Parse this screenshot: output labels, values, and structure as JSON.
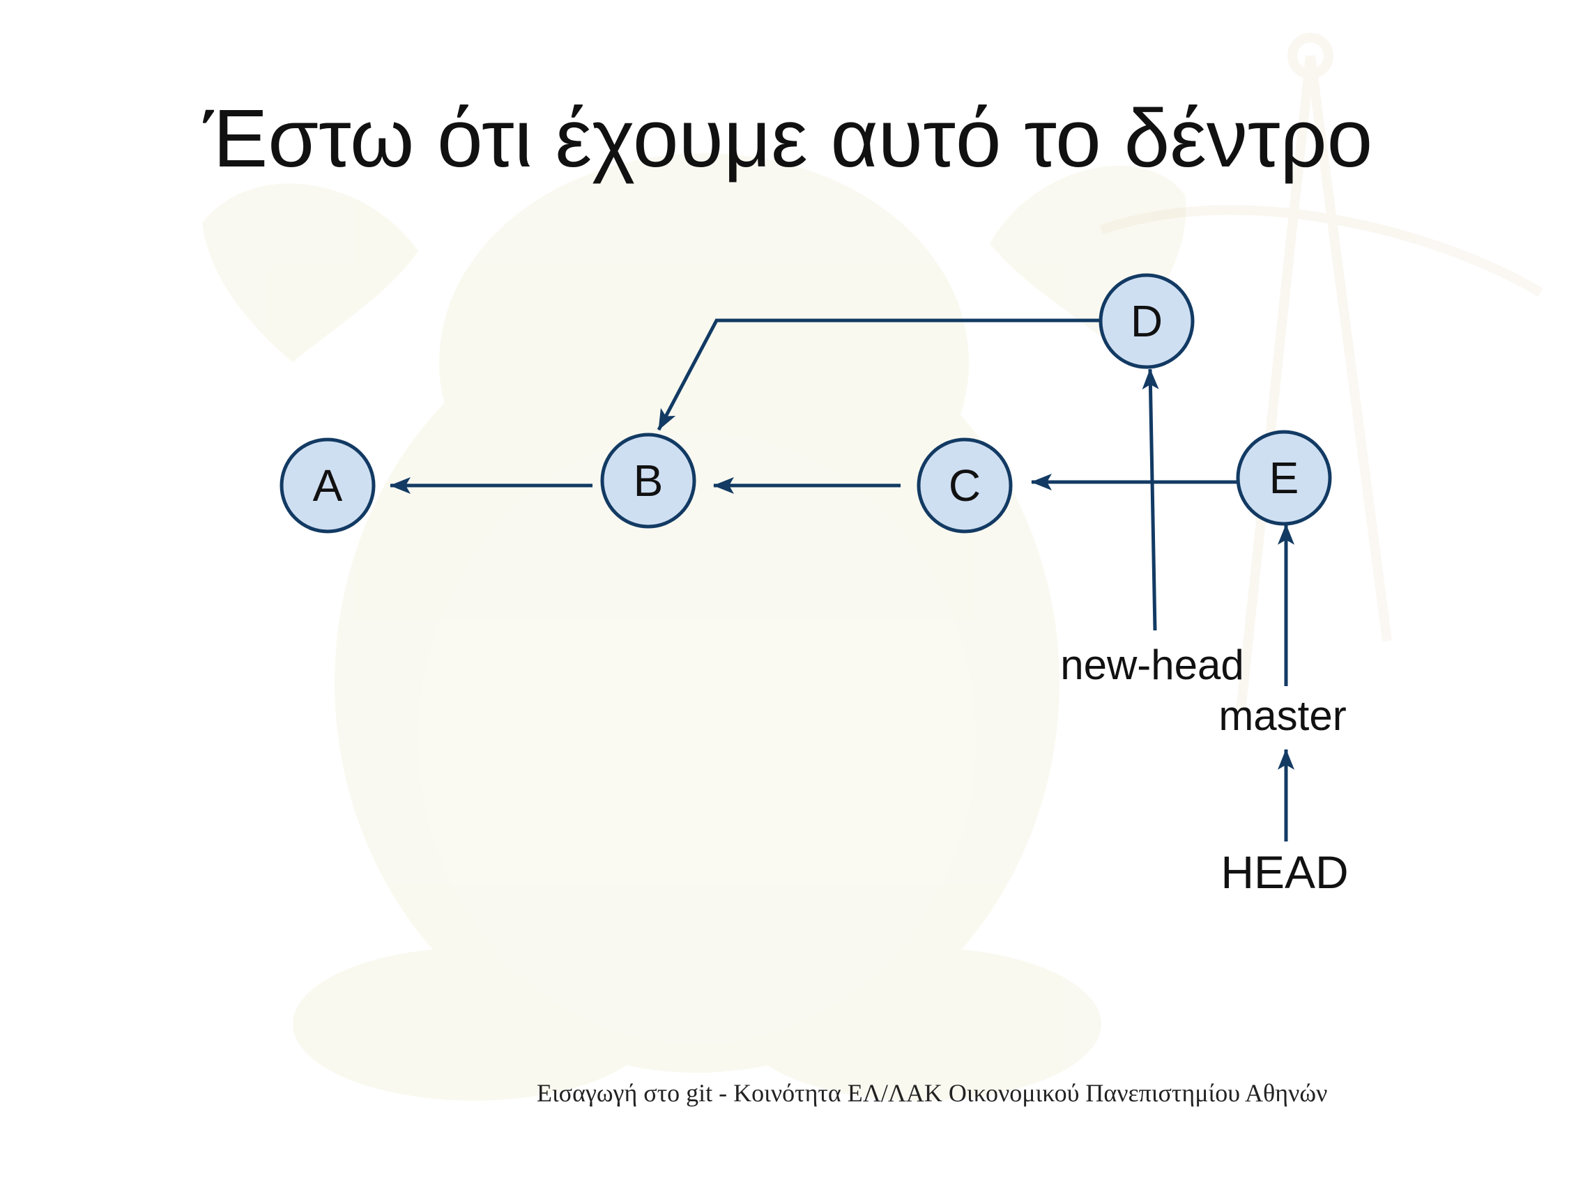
{
  "title": "Έστω ότι έχουμε αυτό το δέντρο",
  "footer": "Εισαγωγή στο git - Κοινότητα ΕΛ/ΛΑΚ Οικονομικού Πανεπιστημίου Αθηνών",
  "diagram": {
    "nodes": [
      {
        "id": "A",
        "label": "A"
      },
      {
        "id": "B",
        "label": "B"
      },
      {
        "id": "C",
        "label": "C"
      },
      {
        "id": "D",
        "label": "D"
      },
      {
        "id": "E",
        "label": "E"
      }
    ],
    "edges": [
      {
        "from": "B",
        "to": "A"
      },
      {
        "from": "C",
        "to": "B"
      },
      {
        "from": "D",
        "to": "B"
      },
      {
        "from": "E",
        "to": "C"
      },
      {
        "from": "new-head",
        "to": "D"
      },
      {
        "from": "master",
        "to": "E"
      },
      {
        "from": "HEAD",
        "to": "master"
      }
    ],
    "refs": [
      {
        "id": "new-head",
        "label": "new-head"
      },
      {
        "id": "master",
        "label": "master"
      },
      {
        "id": "HEAD",
        "label": "HEAD"
      }
    ]
  },
  "colors": {
    "node_fill": "#cfdff2",
    "node_stroke": "#123a63",
    "edge": "#123a63"
  }
}
